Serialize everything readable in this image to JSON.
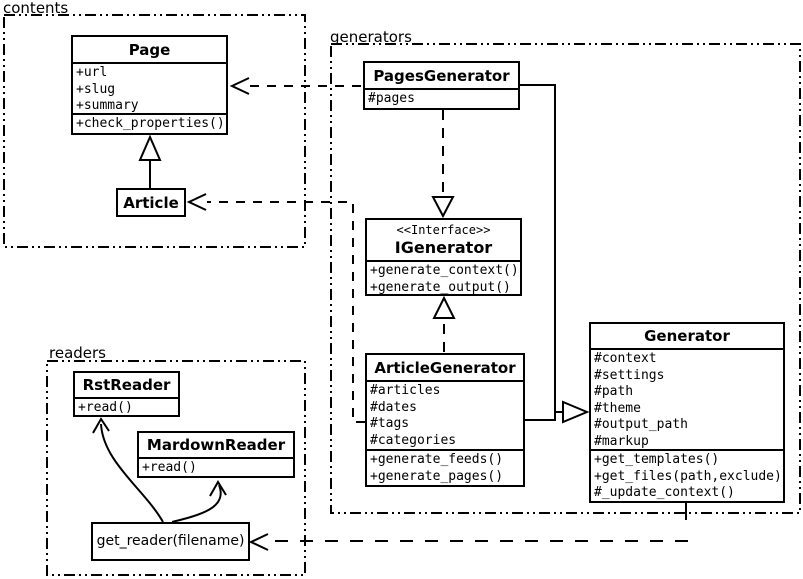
{
  "diagram_type": "uml-class-diagram",
  "colors": {
    "line": "#000000",
    "background": "#ffffff"
  },
  "packages": {
    "contents": {
      "label": "contents"
    },
    "generators": {
      "label": "generators"
    },
    "readers": {
      "label": "readers"
    }
  },
  "classes": {
    "page": {
      "title": "Page",
      "attributes": [
        "+url",
        "+slug",
        "+summary"
      ],
      "methods": [
        "+check_properties()"
      ]
    },
    "article": {
      "title": "Article"
    },
    "pages_generator": {
      "title": "PagesGenerator",
      "attributes": [
        "#pages"
      ]
    },
    "igenerator": {
      "stereotype": "<<Interface>>",
      "title": "IGenerator",
      "methods": [
        "+generate_context()",
        "+generate_output()"
      ]
    },
    "article_generator": {
      "title": "ArticleGenerator",
      "attributes": [
        "#articles",
        "#dates",
        "#tags",
        "#categories"
      ],
      "methods": [
        "+generate_feeds()",
        "+generate_pages()"
      ]
    },
    "generator": {
      "title": "Generator",
      "attributes": [
        "#context",
        "#settings",
        "#path",
        "#theme",
        "#output_path",
        "#markup"
      ],
      "methods": [
        "+get_templates()",
        "+get_files(path,exclude)",
        "#_update_context()"
      ]
    },
    "rst_reader": {
      "title": "RstReader",
      "methods": [
        "+read()"
      ]
    },
    "markdown_reader": {
      "title": "MardownReader",
      "methods": [
        "+read()"
      ]
    },
    "get_reader": {
      "label": "get_reader(filename)"
    }
  },
  "relationships": [
    {
      "from": "Article",
      "to": "Page",
      "type": "inheritance",
      "style": "solid-hollow-triangle"
    },
    {
      "from": "PagesGenerator",
      "to": "Page",
      "type": "dependency",
      "style": "dashed-open-arrow"
    },
    {
      "from": "ArticleGenerator",
      "to": "Article",
      "type": "dependency",
      "style": "dashed-open-arrow"
    },
    {
      "from": "PagesGenerator",
      "to": "IGenerator",
      "type": "realization",
      "style": "dashed-hollow-triangle"
    },
    {
      "from": "ArticleGenerator",
      "to": "IGenerator",
      "type": "realization",
      "style": "dashed-hollow-triangle"
    },
    {
      "from": "PagesGenerator",
      "to": "Generator",
      "type": "inheritance",
      "style": "solid-hollow-triangle"
    },
    {
      "from": "ArticleGenerator",
      "to": "Generator",
      "type": "inheritance",
      "style": "solid-hollow-triangle"
    },
    {
      "from": "Generator",
      "to": "get_reader(filename)",
      "type": "dependency",
      "style": "dashed-open-arrow"
    },
    {
      "from": "get_reader(filename)",
      "to": "RstReader",
      "type": "returns",
      "style": "curved-open-arrow"
    },
    {
      "from": "get_reader(filename)",
      "to": "MardownReader",
      "type": "returns",
      "style": "curved-open-arrow"
    }
  ]
}
